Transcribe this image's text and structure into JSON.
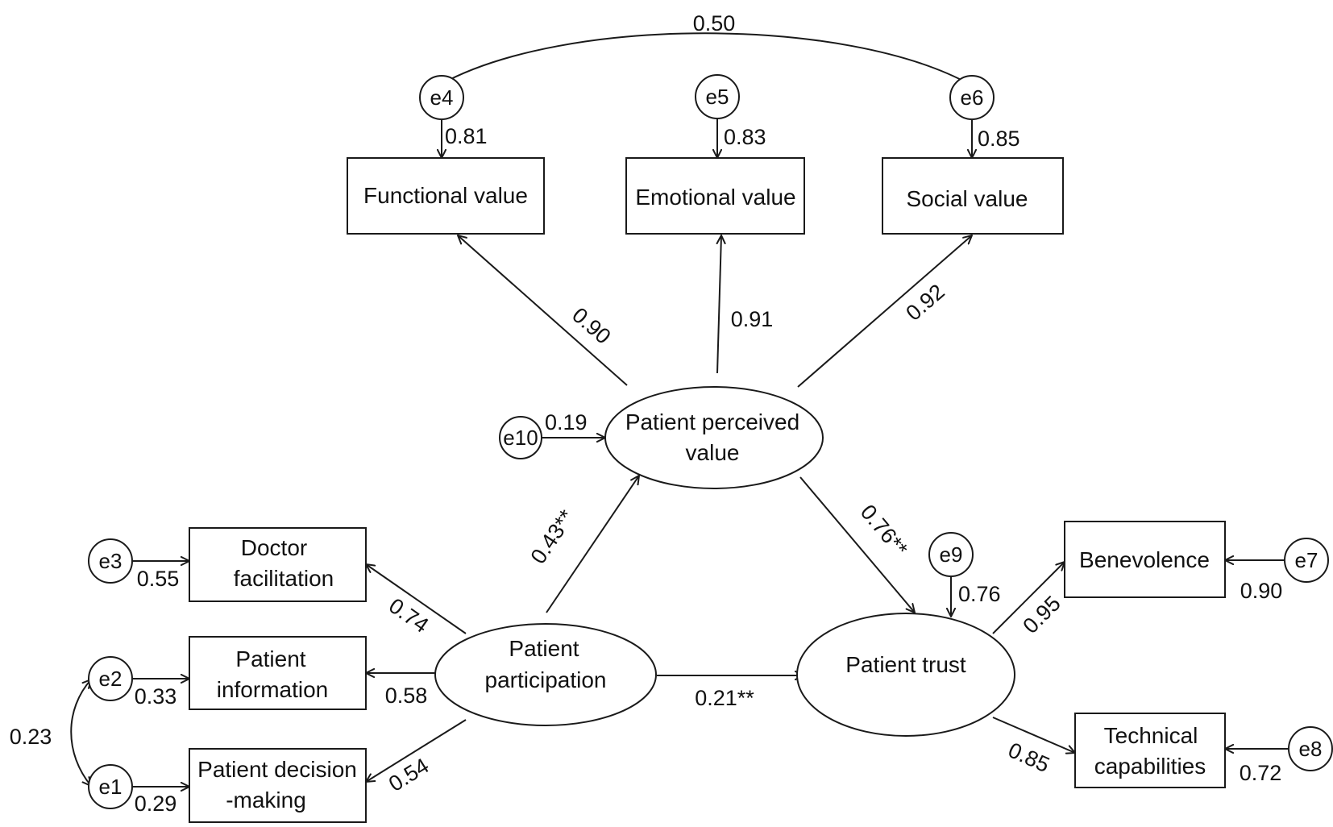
{
  "nodes": {
    "functional_value": "Functional value",
    "emotional_value": "Emotional value",
    "social_value": "Social value",
    "ppv_line1": "Patient perceived",
    "ppv_line2": "value",
    "pp_line1": "Patient",
    "pp_line2": "participation",
    "patient_trust": "Patient trust",
    "doctor_line1": "Doctor",
    "doctor_line2": "facilitation",
    "info_line1": "Patient",
    "info_line2": "information",
    "decision_line1": "Patient decision",
    "decision_line2": "-making",
    "benevolence": "Benevolence",
    "tech_line1": "Technical",
    "tech_line2": "capabilities"
  },
  "errors": {
    "e1": "e1",
    "e2": "e2",
    "e3": "e3",
    "e4": "e4",
    "e5": "e5",
    "e6": "e6",
    "e7": "e7",
    "e8": "e8",
    "e9": "e9",
    "e10": "e10"
  },
  "coefficients": {
    "e4_e6_cov": "0.50",
    "e4_fv": "0.81",
    "e5_ev": "0.83",
    "e6_sv": "0.85",
    "ppv_fv": "0.90",
    "ppv_ev": "0.91",
    "ppv_sv": "0.92",
    "e10_ppv": "0.19",
    "pp_ppv": "0.43**",
    "ppv_pt": "0.76**",
    "e9_pt": "0.76",
    "pp_pt": "0.21**",
    "pt_ben": "0.95",
    "e7_ben": "0.90",
    "pt_tech": "0.85",
    "e8_tech": "0.72",
    "e3_doc": "0.55",
    "e2_info": "0.33",
    "e1_dec": "0.29",
    "pp_doc": "0.74",
    "pp_info": "0.58",
    "pp_dec": "0.54",
    "e1_e2_cov": "0.23"
  }
}
